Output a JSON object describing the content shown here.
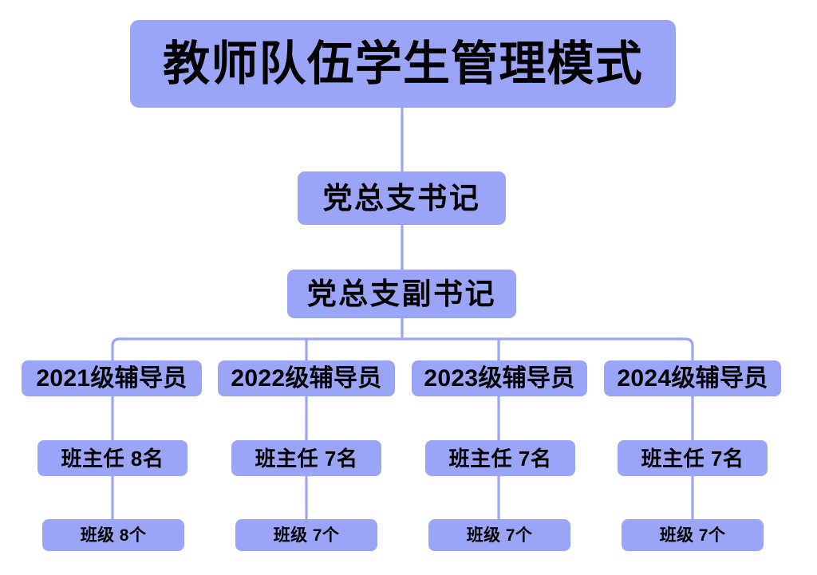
{
  "diagram": {
    "title": "教师队伍学生管理模式",
    "levels": {
      "secretary": "党总支书记",
      "deputy_secretary": "党总支副书记"
    },
    "columns": [
      {
        "counselor": "2021级辅导员",
        "head_teacher": "班主任  8名",
        "classes": "班级  8个"
      },
      {
        "counselor": "2022级辅导员",
        "head_teacher": "班主任  7名",
        "classes": "班级  7个"
      },
      {
        "counselor": "2023级辅导员",
        "head_teacher": "班主任  7名",
        "classes": "班级  7个"
      },
      {
        "counselor": "2024级辅导员",
        "head_teacher": "班主任  7名",
        "classes": "班级  7个"
      }
    ],
    "colors": {
      "node_fill": "#9ba5f7",
      "node_text": "#000000",
      "connector": "#9ba5f7",
      "background": "#ffffff"
    }
  }
}
